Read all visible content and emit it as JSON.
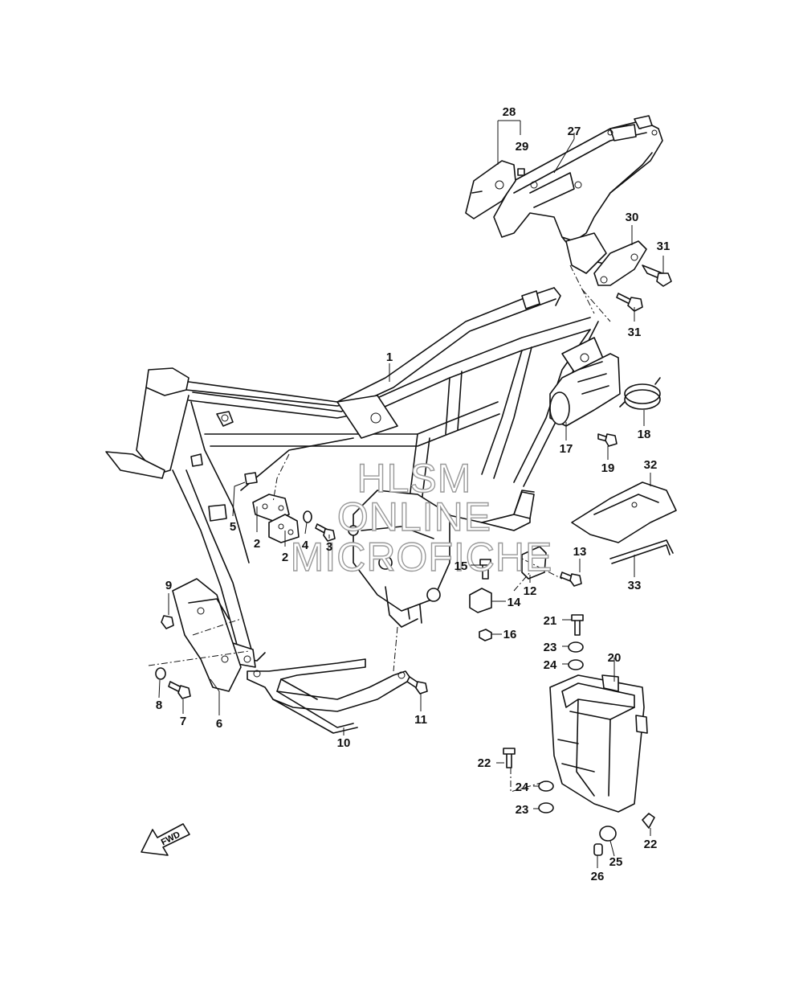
{
  "watermark": {
    "line1": "HLSM",
    "line2": "ONLINE",
    "line3": "MICROFICHE"
  },
  "fwd_label": "FWD",
  "callouts": [
    {
      "id": "c1",
      "label": "1"
    },
    {
      "id": "c2a",
      "label": "2"
    },
    {
      "id": "c2b",
      "label": "2"
    },
    {
      "id": "c3",
      "label": "3"
    },
    {
      "id": "c4",
      "label": "4"
    },
    {
      "id": "c5",
      "label": "5"
    },
    {
      "id": "c6",
      "label": "6"
    },
    {
      "id": "c7",
      "label": "7"
    },
    {
      "id": "c8",
      "label": "8"
    },
    {
      "id": "c9",
      "label": "9"
    },
    {
      "id": "c10",
      "label": "10"
    },
    {
      "id": "c11",
      "label": "11"
    },
    {
      "id": "c12",
      "label": "12"
    },
    {
      "id": "c13",
      "label": "13"
    },
    {
      "id": "c14",
      "label": "14"
    },
    {
      "id": "c15",
      "label": "15"
    },
    {
      "id": "c16",
      "label": "16"
    },
    {
      "id": "c17",
      "label": "17"
    },
    {
      "id": "c18",
      "label": "18"
    },
    {
      "id": "c19",
      "label": "19"
    },
    {
      "id": "c20",
      "label": "20"
    },
    {
      "id": "c21",
      "label": "21"
    },
    {
      "id": "c22a",
      "label": "22"
    },
    {
      "id": "c22b",
      "label": "22"
    },
    {
      "id": "c23a",
      "label": "23"
    },
    {
      "id": "c23b",
      "label": "23"
    },
    {
      "id": "c24a",
      "label": "24"
    },
    {
      "id": "c24b",
      "label": "24"
    },
    {
      "id": "c25",
      "label": "25"
    },
    {
      "id": "c26",
      "label": "26"
    },
    {
      "id": "c27",
      "label": "27"
    },
    {
      "id": "c28",
      "label": "28"
    },
    {
      "id": "c29",
      "label": "29"
    },
    {
      "id": "c30",
      "label": "30"
    },
    {
      "id": "c31a",
      "label": "31"
    },
    {
      "id": "c31b",
      "label": "31"
    },
    {
      "id": "c32",
      "label": "32"
    },
    {
      "id": "c33",
      "label": "33"
    }
  ]
}
